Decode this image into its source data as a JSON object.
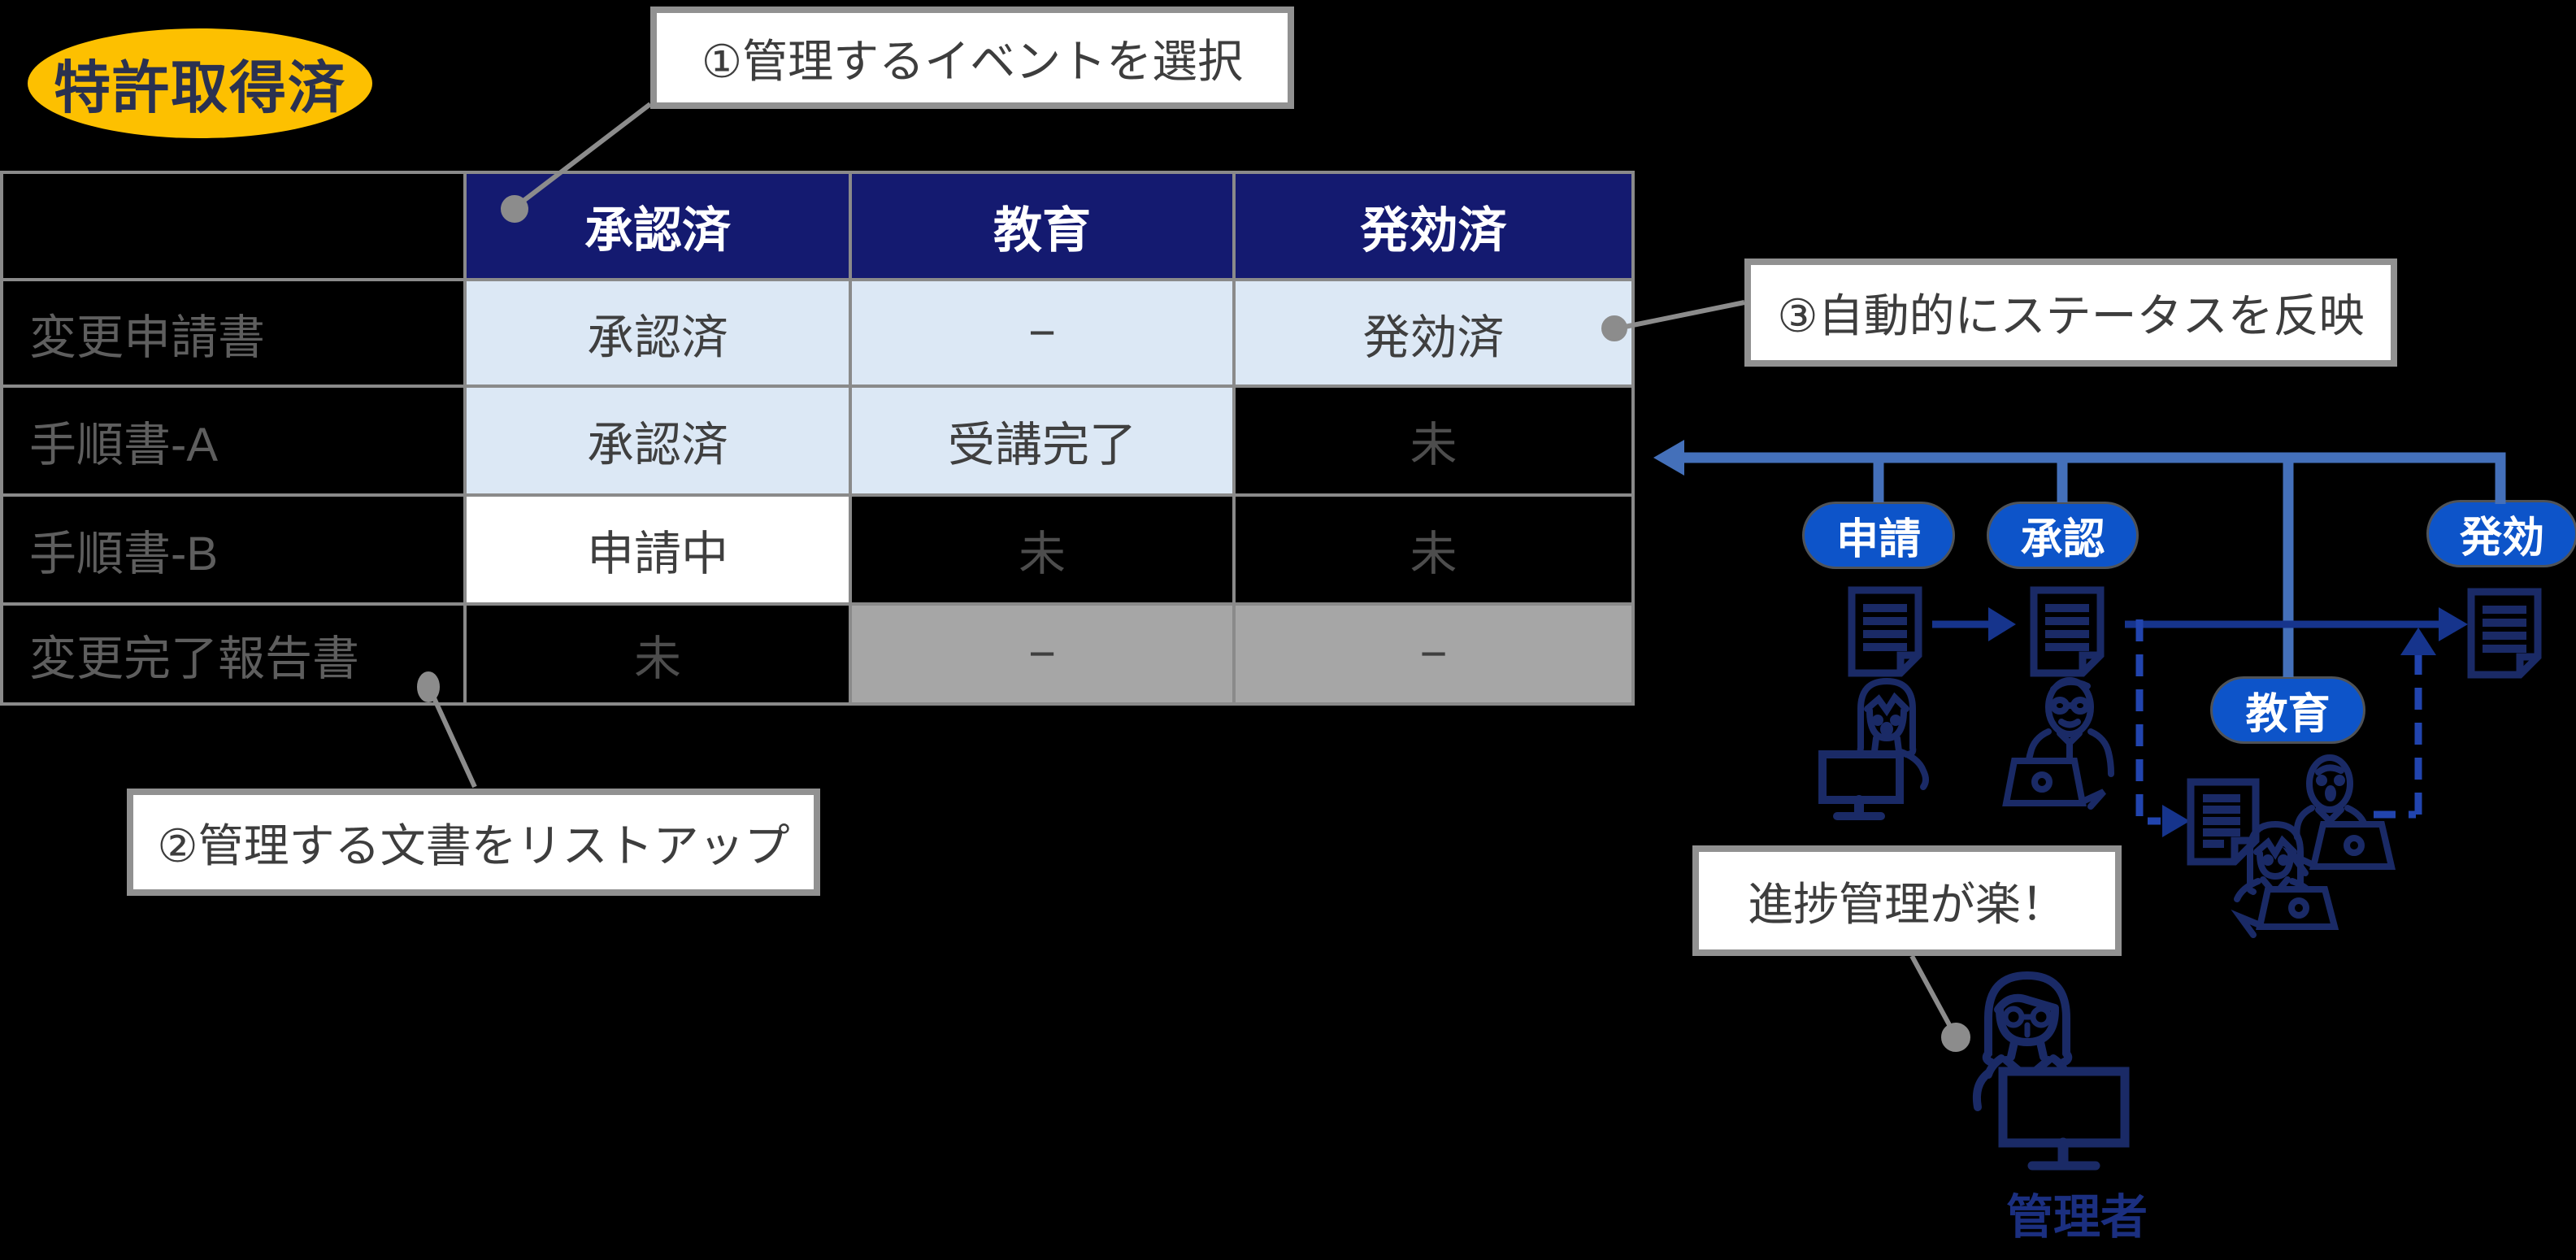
{
  "title_badge": {
    "label": "特許取得済"
  },
  "callouts": {
    "select_event": {
      "label": "①管理するイベントを選択"
    },
    "list_documents": {
      "label": "②管理する文書をリストアップ"
    },
    "auto_status": {
      "label": "③自動的にステータスを反映"
    },
    "easy_progress": {
      "label": "進捗管理が楽！"
    }
  },
  "table": {
    "corner": "",
    "columns": [
      "承認済",
      "教育",
      "発効済"
    ],
    "rows": [
      {
        "label": "変更申請書",
        "cells": [
          {
            "text": "承認済",
            "style": "lightblue"
          },
          {
            "text": "−",
            "style": "lightblue"
          },
          {
            "text": "発効済",
            "style": "lightblue"
          }
        ]
      },
      {
        "label": "手順書-A",
        "cells": [
          {
            "text": "承認済",
            "style": "lightblue"
          },
          {
            "text": "受講完了",
            "style": "lightblue"
          },
          {
            "text": "未",
            "style": "dark"
          }
        ]
      },
      {
        "label": "手順書-B",
        "cells": [
          {
            "text": "申請中",
            "style": "white"
          },
          {
            "text": "未",
            "style": "dark"
          },
          {
            "text": "未",
            "style": "dark"
          }
        ]
      },
      {
        "label": "変更完了報告書",
        "cells": [
          {
            "text": "未",
            "style": "dark"
          },
          {
            "text": "−",
            "style": "gray"
          },
          {
            "text": "−",
            "style": "gray"
          }
        ]
      }
    ]
  },
  "flow": {
    "pills": {
      "apply": "申請",
      "approve": "承認",
      "effective": "発効",
      "education": "教育"
    },
    "admin_label": "管理者"
  },
  "colors": {
    "background": "#000000",
    "patent_oval_bg": "#fdc000",
    "patent_oval_text": "#2a3150",
    "table_header_bg": "#141a70",
    "table_header_text": "#ffffff",
    "table_grid": "#8a8a8a",
    "cell_lightblue": "#dce8f5",
    "cell_white": "#ffffff",
    "cell_gray": "#a6a6a6",
    "cell_dark": "#000000",
    "cell_text": "#3f3f3f",
    "row_label_text": "#5e5e5e",
    "pending_text": "#4d4d4d",
    "pill_bg": "#0d54c9",
    "pill_text": "#ffffff",
    "steel_arrow": "#4470ba",
    "navy_arrow": "#16348c",
    "icon_stroke": "#1a2a66",
    "dashed_arrow": "#2144ae",
    "callout_border": "#919191",
    "callout_text": "#3d3d3d",
    "connector_gray": "#8c8c8c",
    "admin_text": "#1b2f80"
  }
}
